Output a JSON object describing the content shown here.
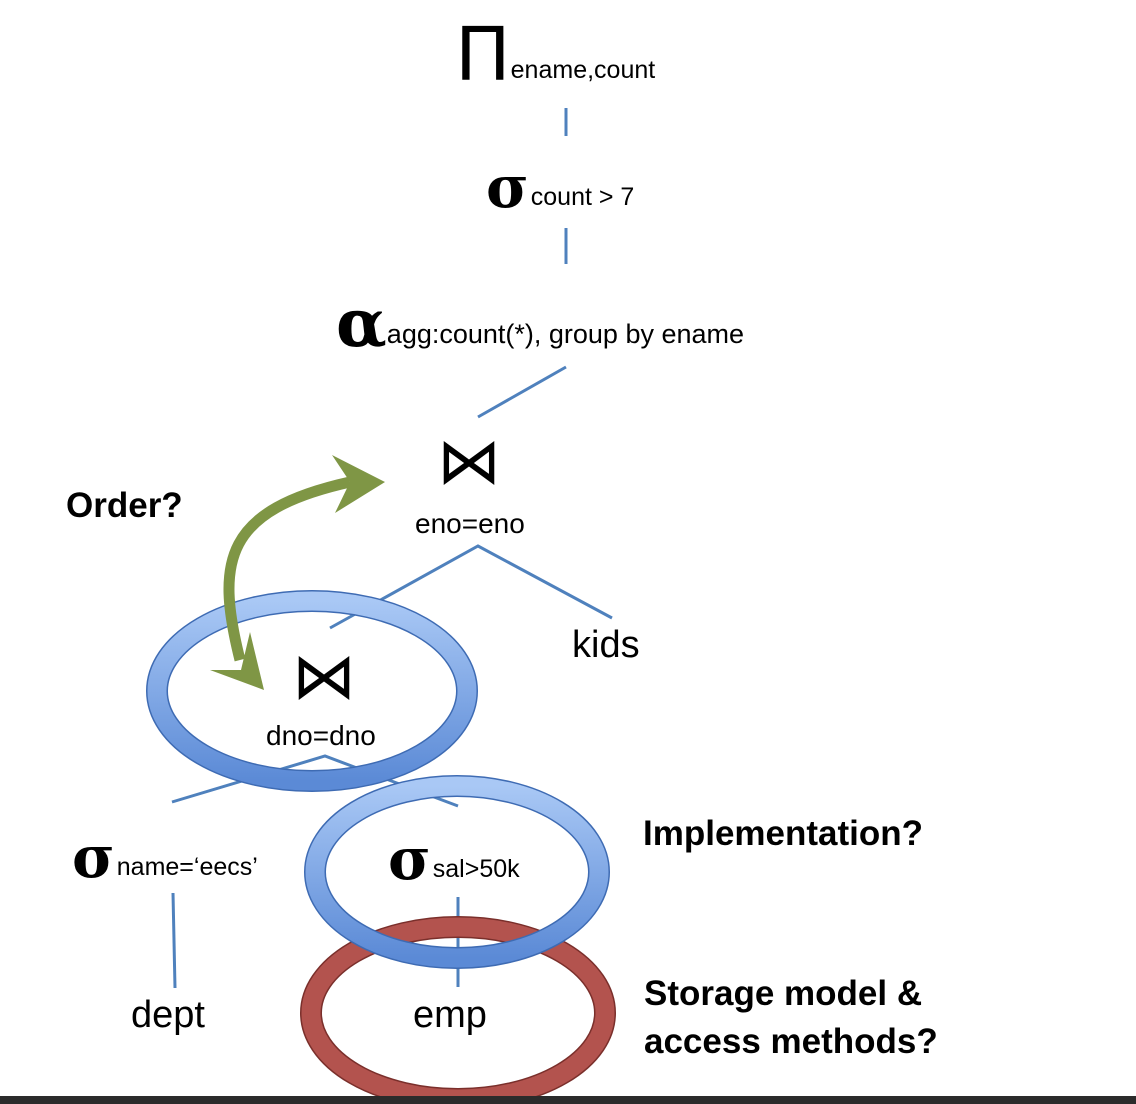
{
  "diagram": {
    "title": "Query plan optimization questions",
    "nodes": {
      "projection": {
        "symbol": "Π",
        "subscript": "ename,count"
      },
      "select_count": {
        "symbol": "σ",
        "subscript": "count > 7"
      },
      "aggregate": {
        "symbol": "α",
        "subscript": "agg:count(*), group by ename"
      },
      "join_eno": {
        "symbol": "⋈",
        "condition": "eno=eno"
      },
      "kids": {
        "label": "kids"
      },
      "join_dno": {
        "symbol": "⋈",
        "condition": "dno=dno"
      },
      "select_dept": {
        "symbol": "σ",
        "subscript": "name=‘eecs’"
      },
      "select_emp": {
        "symbol": "σ",
        "subscript": "sal>50k"
      },
      "dept": {
        "label": "dept"
      },
      "emp": {
        "label": "emp"
      }
    },
    "questions": {
      "order": "Order?",
      "implementation": "Implementation?",
      "storage_line1": "Storage model &",
      "storage_line2": "access methods?"
    },
    "colors": {
      "edge": "#4f81bd",
      "blue_ring": "#7aa6e6",
      "red_ring": "#b3534e",
      "arrow": "#7f9645",
      "bottom_bar": "#2b2b2b"
    }
  }
}
